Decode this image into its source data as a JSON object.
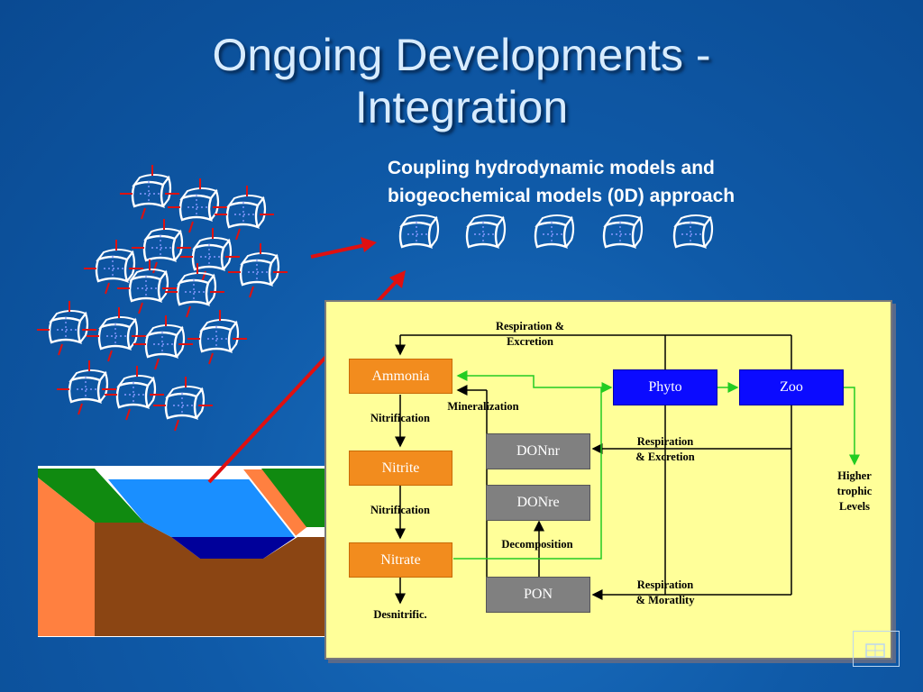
{
  "title": {
    "line1": "Ongoing Developments -",
    "line2": "Integration"
  },
  "subtitle": {
    "line1": "Coupling hydrodynamic models and",
    "line2": "biogeochemical models (0D) approach"
  },
  "diagram": {
    "boxes": {
      "ammonia": "Ammonia",
      "nitrite": "Nitrite",
      "nitrate": "Nitrate",
      "phyto": "Phyto",
      "zoo": "Zoo",
      "donnr": "DONnr",
      "donre": "DONre",
      "pon": "PON"
    },
    "labels": {
      "respiration_excretion_top_1": "Respiration &",
      "respiration_excretion_top_2": "Excretion",
      "mineralization": "Mineralization",
      "nitrification_1": "Nitrification",
      "nitrification_2": "Nitrification",
      "decomposition": "Decomposition",
      "desnitrific": "Desnitrific.",
      "respiration_excretion_mid_1": "Respiration",
      "respiration_excretion_mid_2": "& Excretion",
      "respiration_mortality_1": "Respiration",
      "respiration_mortality_2": "& Moratlity",
      "higher_trophic_1": "Higher",
      "higher_trophic_2": "trophic",
      "higher_trophic_3": "Levels"
    },
    "colors": {
      "nitrogen_box": "#f28c1e",
      "plankton_box": "#0b0bff",
      "organic_box": "#808080",
      "panel": "#ffff99",
      "flow_arrow": "#22cc22",
      "pointer_arrow": "#e01010"
    }
  },
  "icons": [
    "grid-cells-3d-icon",
    "model-cube-icon",
    "channel-cross-section-icon",
    "navigation-icon"
  ]
}
